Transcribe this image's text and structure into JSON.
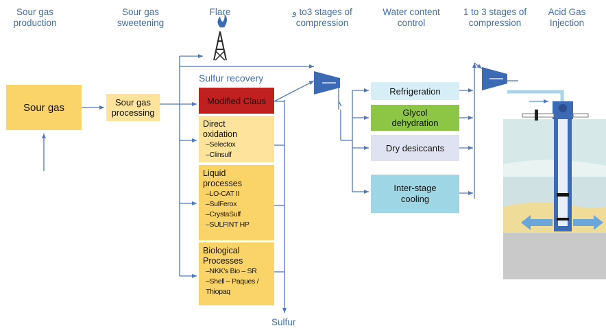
{
  "headers": {
    "production": [
      "Sour gas",
      "production"
    ],
    "sweetening": [
      "Sour gas",
      "sweetening"
    ],
    "flare": "Flare",
    "compression1": [
      "و to3  stages of",
      "compression"
    ],
    "water": [
      "Water content",
      "control"
    ],
    "compression2": [
      "1 to 3 stages of",
      "compression"
    ],
    "injection": [
      "Acid Gas",
      "Injection"
    ]
  },
  "boxes": {
    "sour_gas": "Sour gas",
    "processing": [
      "Sour gas",
      "processing"
    ],
    "sulfur_recovery_label": "Sulfur recovery",
    "modified_claus": "Modified Claus",
    "direct_oxidation": {
      "title": [
        "Direct",
        "oxidation"
      ],
      "items": [
        "–Selectox",
        "–Clinsulf"
      ]
    },
    "liquid": {
      "title": [
        "Liquid",
        "processes"
      ],
      "items": [
        "–LO-CAT II",
        "–SulFerox",
        "–CrystaSulf",
        "–SULFINT HP"
      ]
    },
    "biological": {
      "title": [
        "Biological",
        "Processes"
      ],
      "items": [
        "–NKK's Bio – SR",
        "–Shell – Paques /",
        "Thiopaq"
      ]
    },
    "refrigeration": "Refrigeration",
    "glycol": [
      "Glycol",
      "dehydration"
    ],
    "desiccants": "Dry desiccants",
    "interstage": [
      "Inter-stage",
      "cooling"
    ],
    "sulfur_output": "Sulfur"
  },
  "colors": {
    "header_text": "#3f6fb2",
    "arrow": "#4f77c0",
    "sour_gas": "#fbd469",
    "processing": "#fde39b",
    "modified_claus": "#c0201f",
    "direct_oxidation": "#fde39b",
    "liquid": "#fbd469",
    "biological": "#fbd469",
    "refrigeration": "#d7eef6",
    "glycol": "#8dc645",
    "desiccants": "#dfe3f1",
    "interstage": "#9fd6e6"
  }
}
